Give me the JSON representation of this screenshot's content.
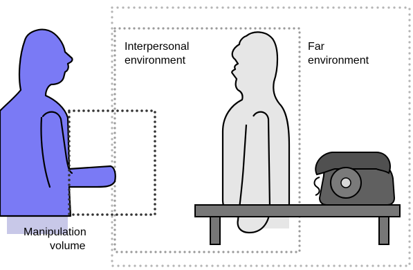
{
  "labels": {
    "interpersonal_line1": "Interpersonal",
    "interpersonal_line2": "environment",
    "far_line1": "Far",
    "far_line2": "environment",
    "manipulation_line1": "Manipulation",
    "manipulation_line2": "volume"
  },
  "colors": {
    "person_left_fill": "#7a7af5",
    "person_left_legs": "#c8c8e8",
    "person_right_fill": "#e6e6e6",
    "table_fill": "#777777",
    "phone_fill": "#606060",
    "dotted_far": "#b4b4b4",
    "dotted_interpersonal": "#9a9a9a",
    "dotted_manipulation": "#333333"
  }
}
